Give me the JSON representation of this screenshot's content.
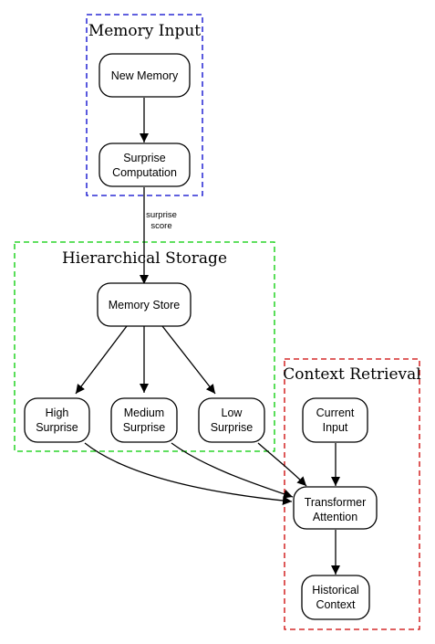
{
  "clusters": {
    "memory_input": {
      "title": "Memory Input",
      "color": "#0000cc"
    },
    "hierarchical_storage": {
      "title": "Hierarchical Storage",
      "color": "#00cc00"
    },
    "context_retrieval": {
      "title": "Context Retrieval",
      "color": "#cc0000"
    }
  },
  "nodes": {
    "new_memory": {
      "lines": [
        "New Memory"
      ]
    },
    "surprise_computation": {
      "lines": [
        "Surprise",
        "Computation"
      ]
    },
    "memory_store": {
      "lines": [
        "Memory Store"
      ]
    },
    "high_surprise": {
      "lines": [
        "High",
        "Surprise"
      ]
    },
    "medium_surprise": {
      "lines": [
        "Medium",
        "Surprise"
      ]
    },
    "low_surprise": {
      "lines": [
        "Low",
        "Surprise"
      ]
    },
    "current_input": {
      "lines": [
        "Current",
        "Input"
      ]
    },
    "transformer_attention": {
      "lines": [
        "Transformer",
        "Attention"
      ]
    },
    "historical_context": {
      "lines": [
        "Historical",
        "Context"
      ]
    }
  },
  "edges": [
    {
      "from": "new_memory",
      "to": "surprise_computation",
      "label": []
    },
    {
      "from": "surprise_computation",
      "to": "memory_store",
      "label": [
        "surprise",
        "score"
      ]
    },
    {
      "from": "memory_store",
      "to": "high_surprise",
      "label": []
    },
    {
      "from": "memory_store",
      "to": "medium_surprise",
      "label": []
    },
    {
      "from": "memory_store",
      "to": "low_surprise",
      "label": []
    },
    {
      "from": "high_surprise",
      "to": "transformer_attention",
      "label": []
    },
    {
      "from": "medium_surprise",
      "to": "transformer_attention",
      "label": []
    },
    {
      "from": "low_surprise",
      "to": "transformer_attention",
      "label": []
    },
    {
      "from": "current_input",
      "to": "transformer_attention",
      "label": []
    },
    {
      "from": "transformer_attention",
      "to": "historical_context",
      "label": []
    }
  ]
}
